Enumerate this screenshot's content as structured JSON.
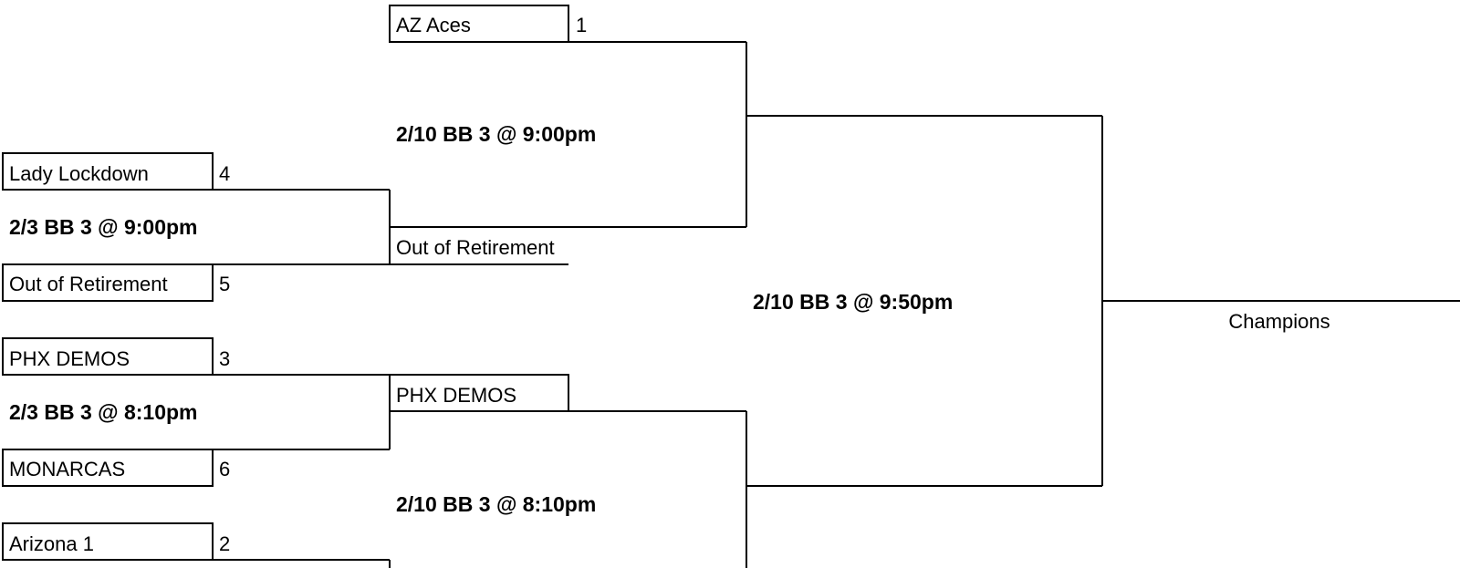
{
  "bracket": {
    "round1": {
      "game1": {
        "team_top": "Lady Lockdown",
        "seed_top": "4",
        "team_bottom": "Out of Retirement",
        "seed_bottom": "5",
        "schedule": "2/3 BB 3 @ 9:00pm"
      },
      "game2": {
        "team_top": "PHX DEMOS",
        "seed_top": "3",
        "team_bottom": "MONARCAS",
        "seed_bottom": "6",
        "schedule": "2/3 BB 3 @ 8:10pm"
      },
      "game3": {
        "team_top": "Arizona 1",
        "seed_top": "2"
      }
    },
    "round2": {
      "game1": {
        "team_top": "AZ Aces",
        "seed_top": "1",
        "team_bottom": "Out of Retirement",
        "schedule": "2/10 BB 3 @ 9:00pm"
      },
      "game2": {
        "team_top": "PHX DEMOS",
        "schedule": "2/10 BB 3 @ 8:10pm"
      }
    },
    "final": {
      "schedule": "2/10 BB 3 @ 9:50pm",
      "champion_label": "Champions"
    }
  }
}
